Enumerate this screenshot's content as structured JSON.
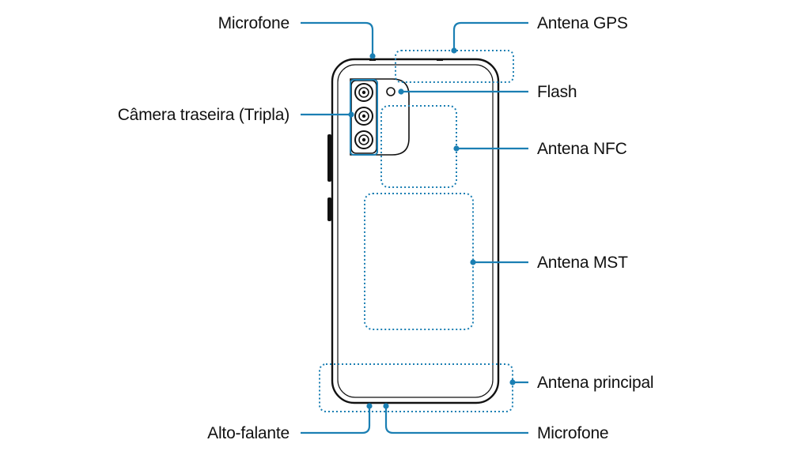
{
  "labels": {
    "mic_top": "Microfone",
    "camera": "Câmera traseira (Tripla)",
    "speaker": "Alto-falante",
    "gps": "Antena GPS",
    "flash": "Flash",
    "nfc": "Antena NFC",
    "mst": "Antena MST",
    "main_antenna": "Antena principal",
    "mic_bottom": "Microfone"
  },
  "colors": {
    "accent": "#1b7fb3",
    "outline": "#111111",
    "text": "#111111"
  }
}
